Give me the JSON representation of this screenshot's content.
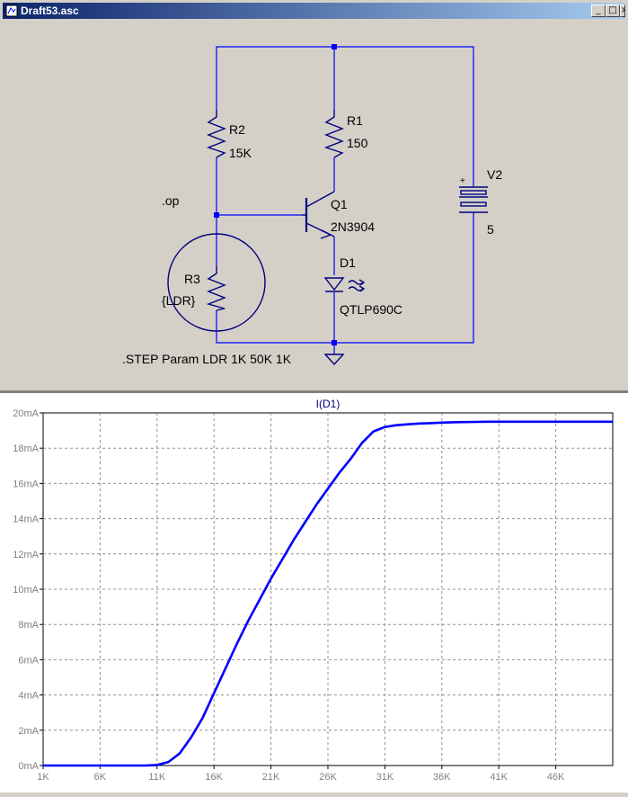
{
  "window": {
    "title": "Draft53.asc",
    "buttons": {
      "minimize": "_",
      "maximize": "□",
      "close": "×"
    }
  },
  "schematic": {
    "op_directive": ".op",
    "step_directive": ".STEP Param LDR 1K 50K 1K",
    "components": {
      "r1": {
        "name": "R1",
        "value": "150"
      },
      "r2": {
        "name": "R2",
        "value": "15K"
      },
      "r3": {
        "name": "R3",
        "value": "{LDR}"
      },
      "q1": {
        "name": "Q1",
        "value": "2N3904"
      },
      "d1": {
        "name": "D1",
        "value": "QTLP690C"
      },
      "v2": {
        "name": "V2",
        "value": "5",
        "polarity": "+"
      }
    },
    "colors": {
      "background": "#d4d0c8",
      "wire": "#0000ff",
      "component": "#000080"
    }
  },
  "chart_data": {
    "type": "line",
    "title": "I(D1)",
    "xlabel": "",
    "ylabel": "",
    "xlim": [
      1,
      51
    ],
    "ylim": [
      0,
      20
    ],
    "grid": true,
    "x_ticks": [
      "1K",
      "6K",
      "11K",
      "16K",
      "21K",
      "26K",
      "31K",
      "36K",
      "41K",
      "46K"
    ],
    "y_ticks": [
      "0mA",
      "2mA",
      "4mA",
      "6mA",
      "8mA",
      "10mA",
      "12mA",
      "14mA",
      "16mA",
      "18mA",
      "20mA"
    ],
    "series": [
      {
        "name": "I(D1)",
        "color": "#0000ff",
        "x": [
          1,
          2,
          3,
          4,
          5,
          6,
          7,
          8,
          9,
          10,
          11,
          12,
          13,
          14,
          15,
          16,
          17,
          18,
          19,
          20,
          21,
          22,
          23,
          24,
          25,
          26,
          27,
          28,
          29,
          30,
          31,
          32,
          33,
          34,
          35,
          36,
          37,
          38,
          39,
          40,
          41,
          42,
          43,
          44,
          45,
          46,
          47,
          48,
          49,
          50
        ],
        "y": [
          0,
          0,
          0,
          0,
          0,
          0,
          0,
          0,
          0,
          0,
          0.03,
          0.2,
          0.7,
          1.6,
          2.7,
          4.1,
          5.5,
          6.9,
          8.2,
          9.4,
          10.6,
          11.7,
          12.8,
          13.8,
          14.8,
          15.7,
          16.6,
          17.4,
          18.3,
          18.95,
          19.2,
          19.3,
          19.35,
          19.4,
          19.42,
          19.45,
          19.47,
          19.48,
          19.49,
          19.5,
          19.5,
          19.5,
          19.5,
          19.5,
          19.5,
          19.5,
          19.5,
          19.5,
          19.5,
          19.5
        ]
      }
    ]
  }
}
